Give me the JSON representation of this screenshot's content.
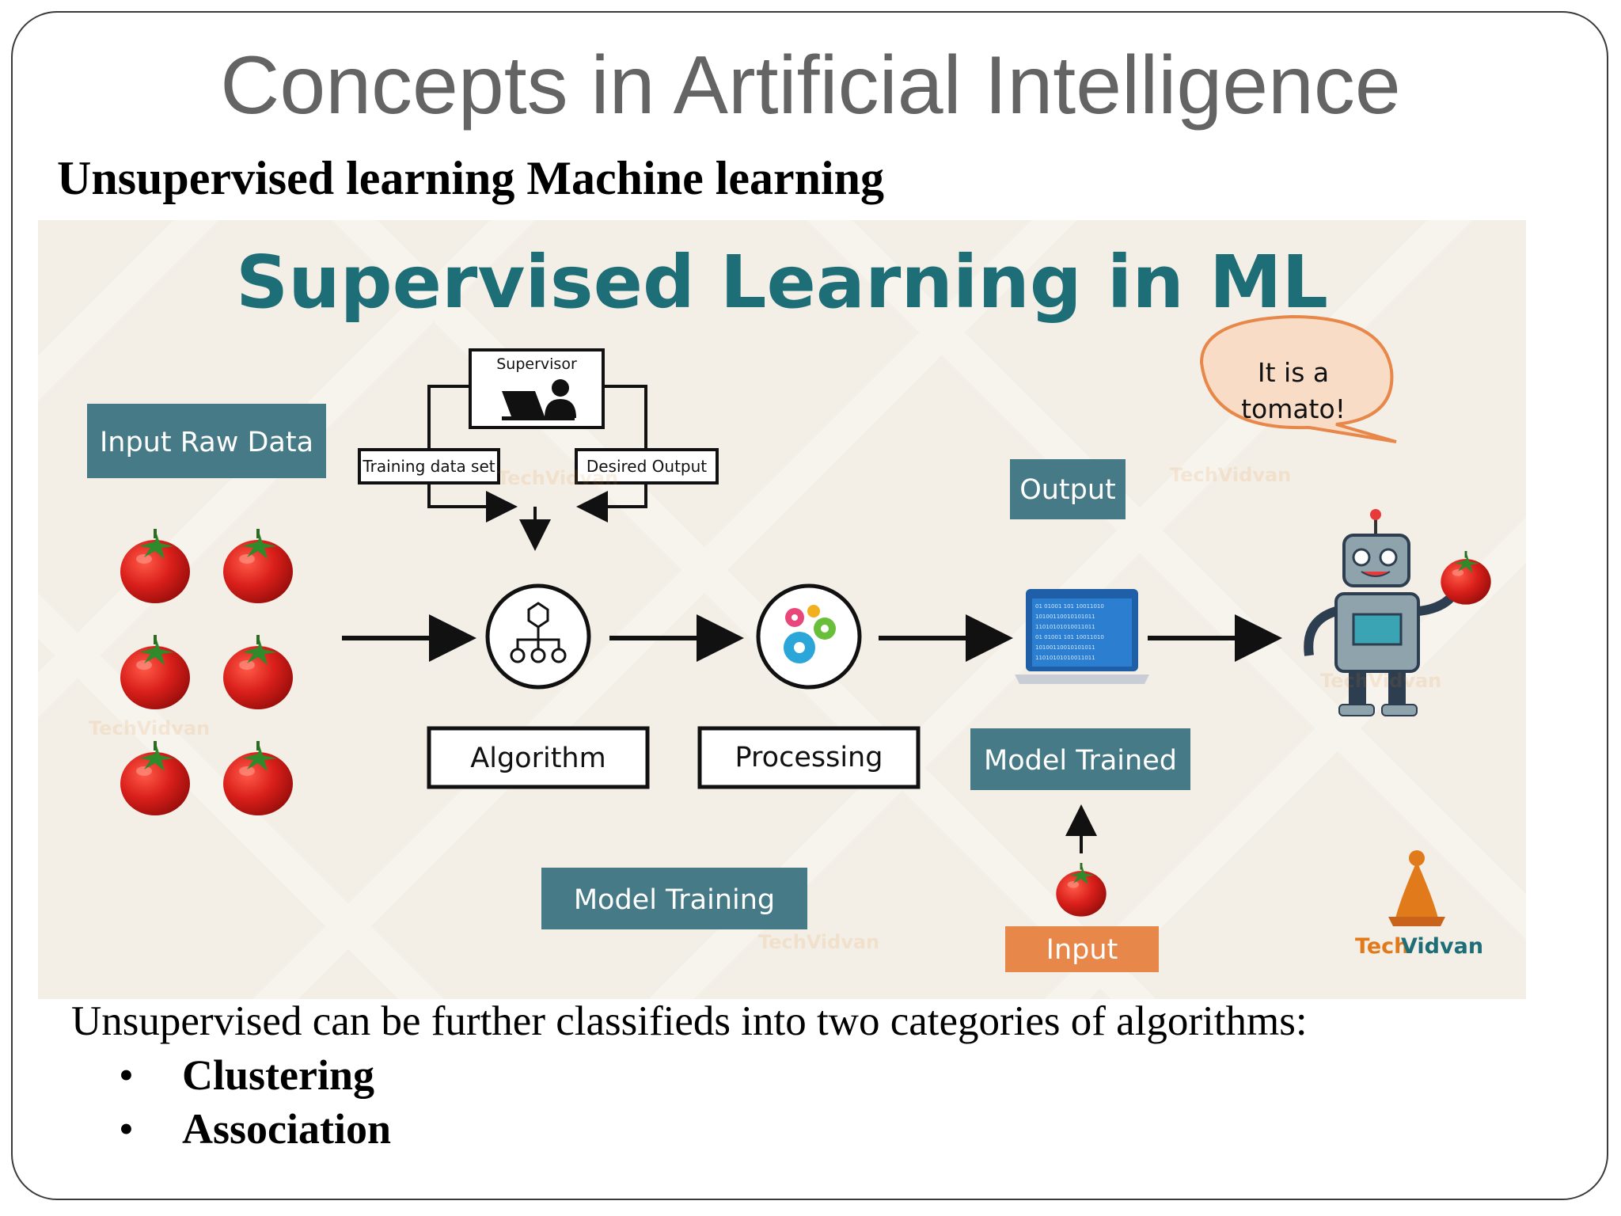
{
  "slide": {
    "title": "Concepts in Artificial Intelligence",
    "subtitle": "Unsupervised learning Machine learning",
    "body_text": "Unsupervised can be further classifieds into two categories of algorithms:",
    "bullets": [
      {
        "symbol": "•",
        "label": "Clustering"
      },
      {
        "symbol": "•",
        "label": "Association"
      }
    ]
  },
  "figure": {
    "heading": "Supervised Learning in ML",
    "labels": {
      "input_raw_data": "Input Raw Data",
      "supervisor": "Supervisor",
      "training_data_set": "Training data set",
      "desired_output": "Desired Output",
      "algorithm": "Algorithm",
      "processing": "Processing",
      "model_trained": "Model Trained",
      "output": "Output",
      "speech_line1": "It is a",
      "speech_line2": "tomato!",
      "model_training": "Model Training",
      "input": "Input"
    },
    "binary_lines": [
      "01 01001 101 10011010",
      "10100110010101011",
      "11010101010011011",
      "01 01001 101 10011010",
      "10100110010101011",
      "11010101010011011"
    ],
    "logo": {
      "tech": "Tech",
      "vidvan": "Vidvan"
    },
    "watermark": "TechVidvan",
    "colors": {
      "heading_teal": "#1e6e78",
      "label_box": "#467a86",
      "input_orange": "#e8874a",
      "tomato_red": "#d91f1a",
      "background": "#f3efe6",
      "logo_orange": "#e07a1a"
    }
  }
}
